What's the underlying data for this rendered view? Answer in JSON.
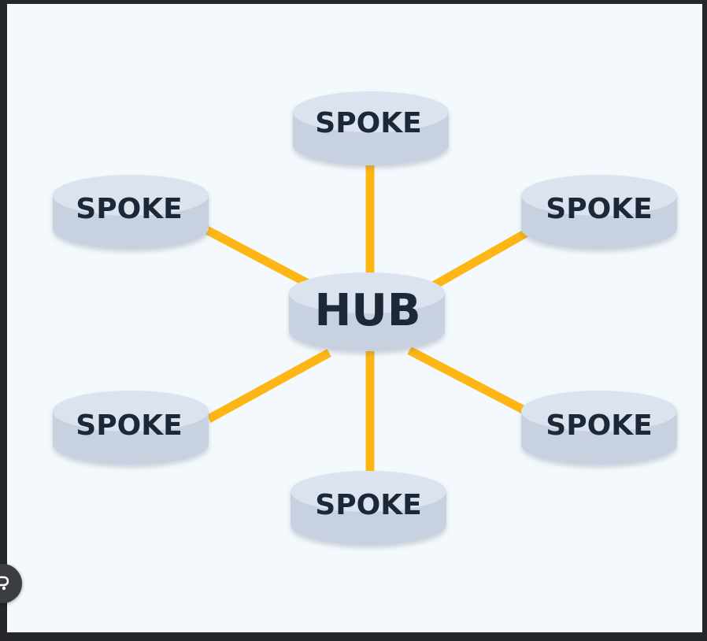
{
  "diagram": {
    "hub": {
      "label": "HUB"
    },
    "spokes": [
      {
        "id": "top",
        "label": "SPOKE"
      },
      {
        "id": "upper-left",
        "label": "SPOKE"
      },
      {
        "id": "upper-right",
        "label": "SPOKE"
      },
      {
        "id": "lower-left",
        "label": "SPOKE"
      },
      {
        "id": "lower-right",
        "label": "SPOKE"
      },
      {
        "id": "bottom",
        "label": "SPOKE"
      }
    ]
  },
  "colors": {
    "page_background": "#f3f9fd",
    "connector": "#fdb614",
    "disk_top": "#dbe3ef",
    "disk_side": "#c8d1e0",
    "label": "#1c2838",
    "outer_frame": "#25272b"
  },
  "overlay": {
    "icon": "google-lens-icon"
  }
}
